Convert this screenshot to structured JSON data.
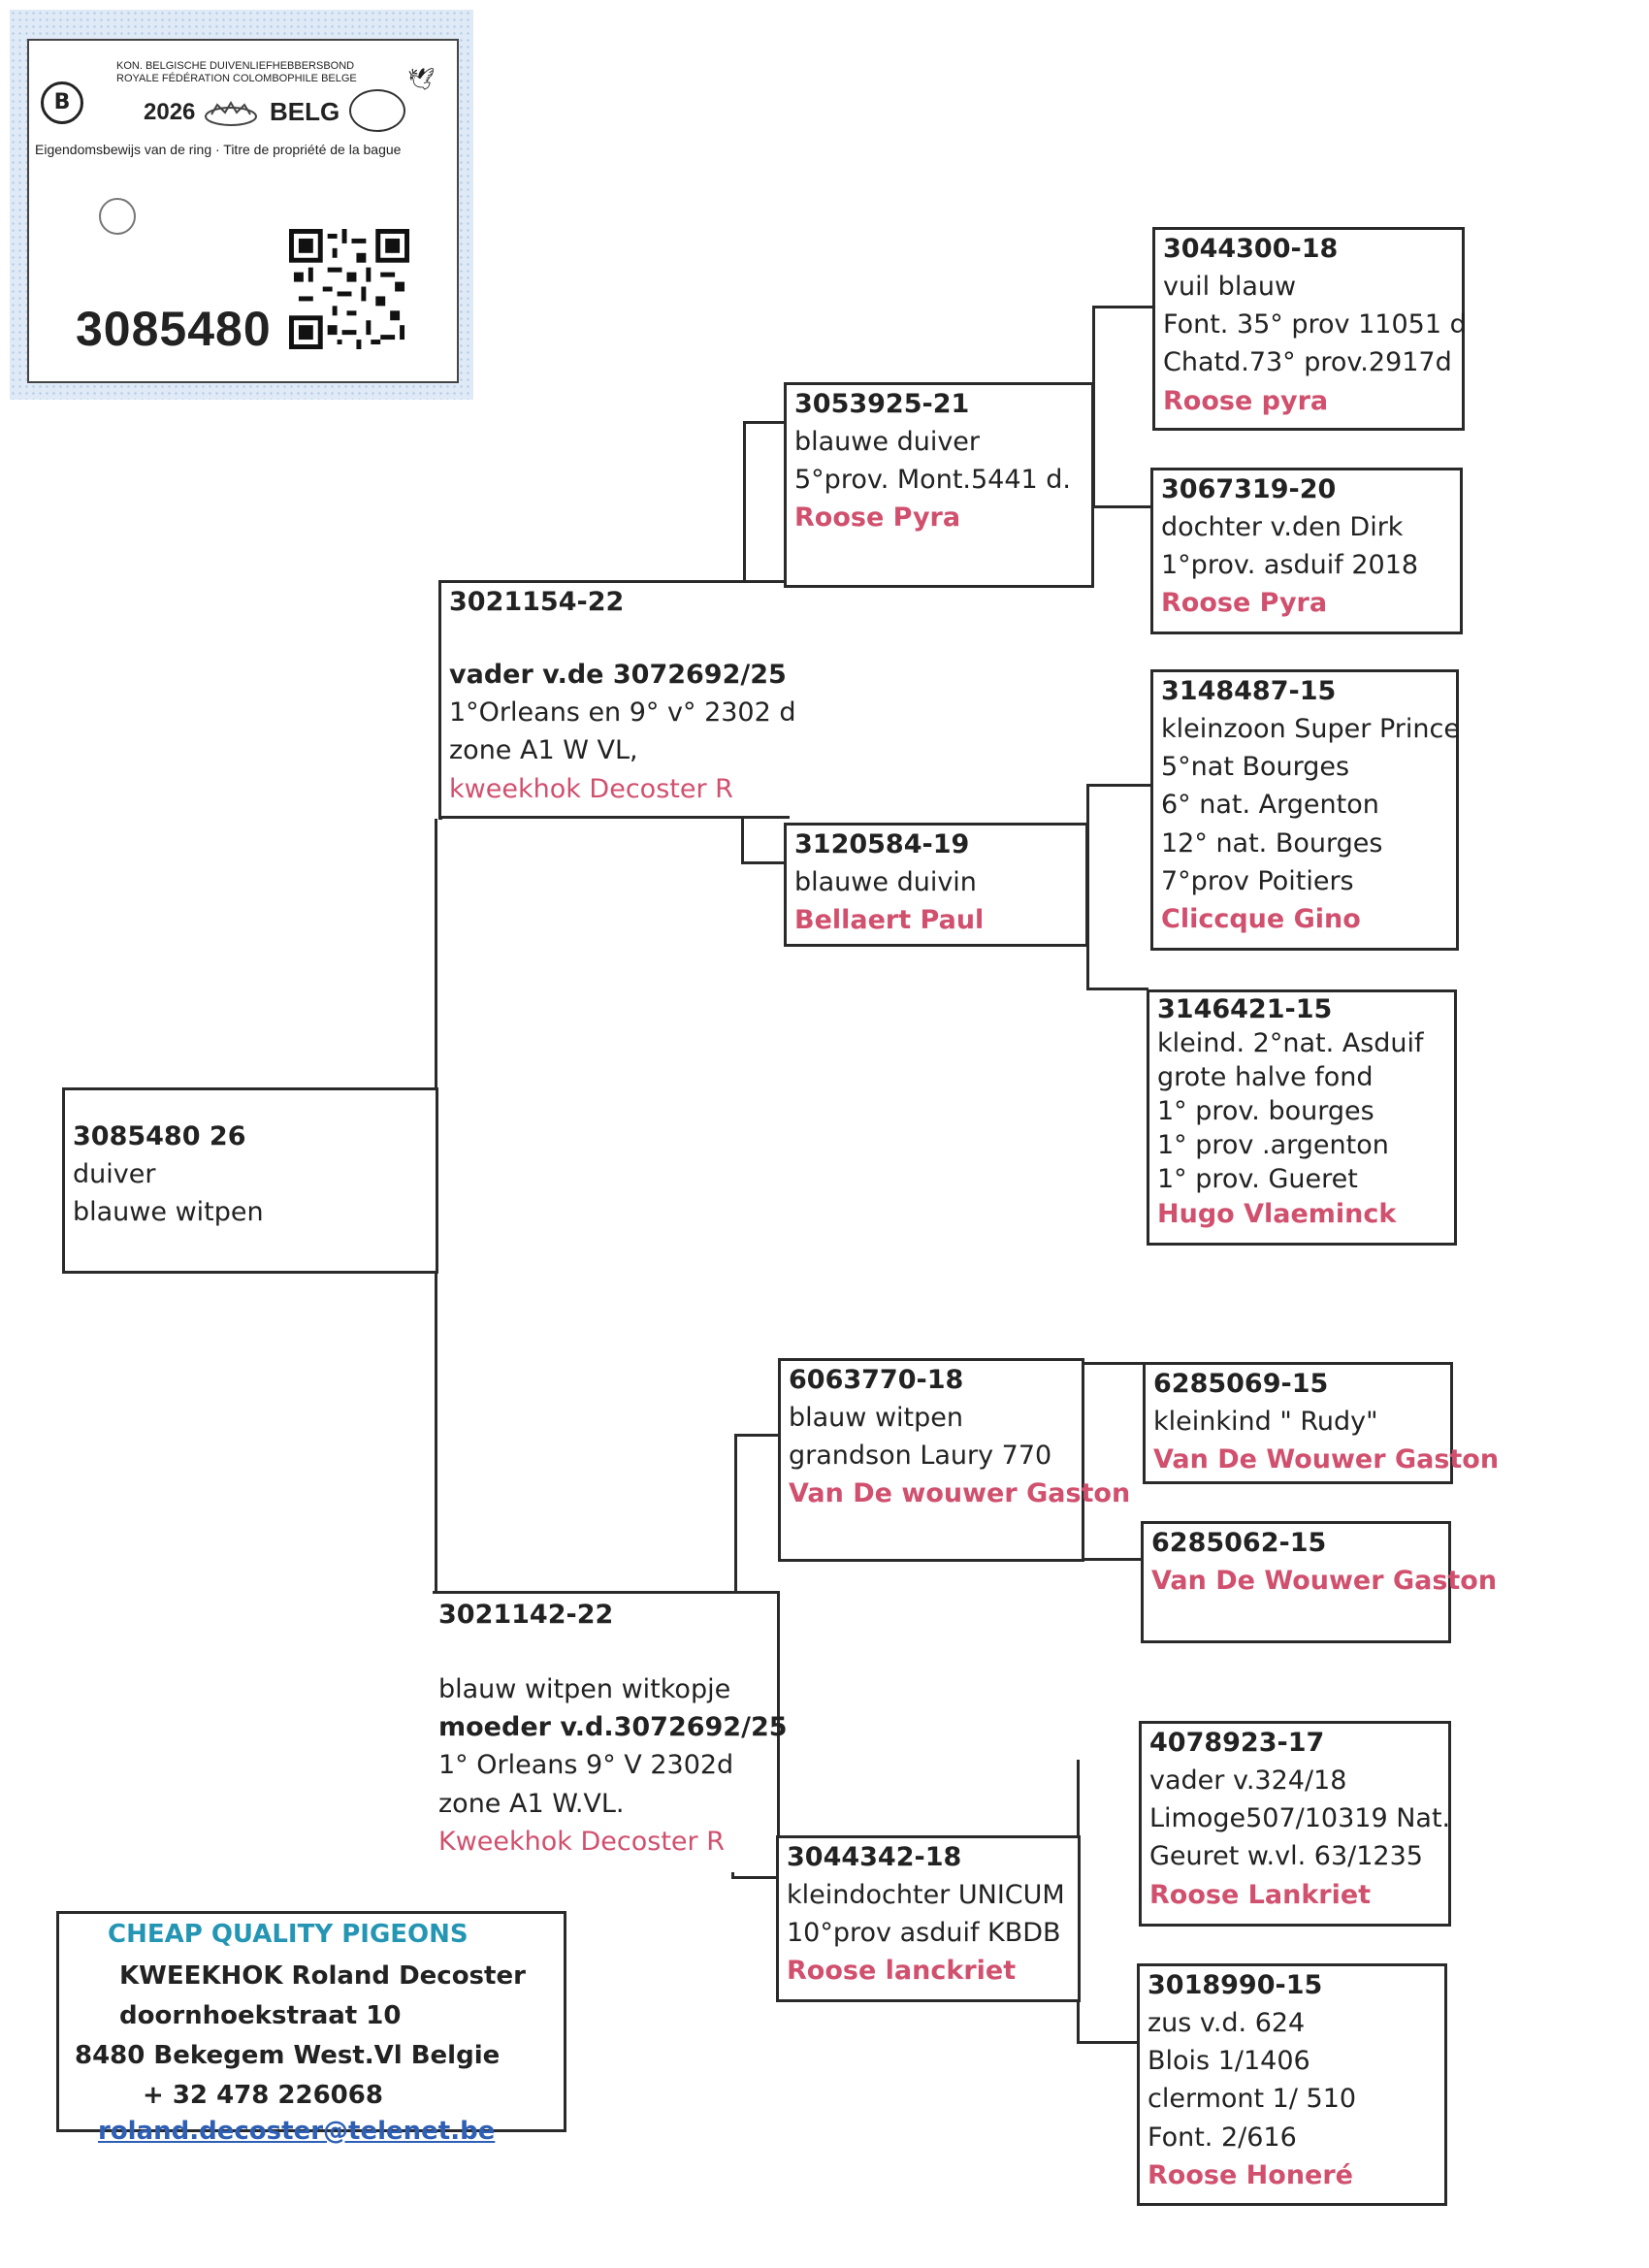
{
  "ring_card": {
    "org_line1": "KON. BELGISCHE DUIVENLIEFHEBBERSBOND",
    "org_line2": "ROYALE FÉDÉRATION COLOMBOPHILE BELGE",
    "year": "2026",
    "country": "BELG",
    "title": "Eigendomsbewijs van de ring · Titre de propriété de la bague",
    "ring_number": "3085480",
    "logo_letter": "B",
    "icons": [
      "belgian-federation-logo-icon",
      "crown-icon",
      "globe-icon",
      "pigeon-icon",
      "qr-code-icon"
    ]
  },
  "subject": {
    "ring": "3085480 26",
    "line1": "duiver",
    "line2": "blauwe witpen"
  },
  "father": {
    "ring": "3021154-22",
    "line1": "vader v.de 3072692/25",
    "line2": "1°Orleans en 9° v° 2302 d",
    "line3": "zone A1 W VL,",
    "owner": "kweekhok  Decoster R"
  },
  "mother": {
    "ring": "3021142-22",
    "line1": "blauw witpen witkopje",
    "line2": "moeder v.d.3072692/25",
    "line3": "1° Orleans 9° V 2302d",
    "line4": "zone A1 W.VL.",
    "owner": "Kweekhok Decoster R"
  },
  "ff": {
    "ring": "3053925-21",
    "line1": "blauwe duiver",
    "line2": "5°prov. Mont.5441 d.",
    "owner": "Roose Pyra"
  },
  "fm": {
    "ring": "3120584-19",
    "line1": "blauwe duivin",
    "owner": "Bellaert Paul"
  },
  "mf": {
    "ring": "6063770-18",
    "line1": "blauw witpen",
    "line2": "grandson Laury 770",
    "owner": "Van De wouwer Gaston"
  },
  "mm": {
    "ring": "3044342-18",
    "line1": "kleindochter UNICUM",
    "line2": "10°prov asduif KBDB",
    "owner": "Roose  lanckriet"
  },
  "fff": {
    "ring": "3044300-18",
    "line1": "vuil blauw",
    "line2": "Font. 35° prov 11051 d",
    "line3": "Chatd.73° prov.2917d",
    "owner": "Roose  pyra"
  },
  "ffm": {
    "ring": "3067319-20",
    "line1": "dochter v.den Dirk",
    "line2": "1°prov. asduif 2018",
    "owner": "Roose Pyra"
  },
  "fmf": {
    "ring": "3148487-15",
    "line1": "kleinzoon Super Prince",
    "line2": "5°nat Bourges",
    "line3": "6° nat. Argenton",
    "line4": "12° nat. Bourges",
    "line5": "7°prov Poitiers",
    "owner": "Cliccque Gino"
  },
  "fmm": {
    "ring": "3146421-15",
    "line1": "kleind. 2°nat. Asduif",
    "line2": "grote halve fond",
    "line3": "1° prov. bourges",
    "line4": "1° prov .argenton",
    "line5": "1° prov. Gueret",
    "owner": "Hugo Vlaeminck"
  },
  "mff": {
    "ring": "6285069-15",
    "line1": "kleinkind \" Rudy\"",
    "owner": "Van De Wouwer Gaston"
  },
  "mfm": {
    "ring": "6285062-15",
    "owner": "Van De Wouwer Gaston"
  },
  "mmf": {
    "ring": "4078923-17",
    "line1": "vader v.324/18",
    "line2": "Limoge507/10319 Nat.",
    "line3": "Geuret w.vl. 63/1235",
    "owner": "Roose    Lankriet"
  },
  "mmm": {
    "ring": "3018990-15",
    "line1": "zus v.d. 624",
    "line2": "Blois 1/1406",
    "line3": "clermont 1/ 510",
    "line4": "Font. 2/616",
    "owner": "Roose Honeré"
  },
  "contact": {
    "brand": "CHEAP QUALITY PIGEONS",
    "name": "KWEEKHOK Roland Decoster",
    "street": "doornhoekstraat 10",
    "city": "8480 Bekegem West.Vl   Belgie",
    "phone": "+ 32 478  226068",
    "email": "roland.decoster@telenet.be"
  },
  "colors": {
    "owner_red": "#d0506e",
    "brand_teal": "#2496b4",
    "email_blue": "#2d5fb5",
    "card_blue": "#dfeaf6"
  }
}
